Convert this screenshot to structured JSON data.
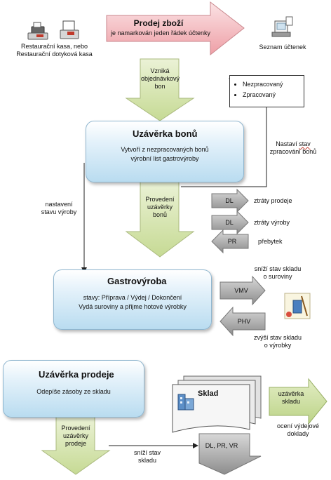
{
  "devices": {
    "caption": "Restaurační kasa, nebo\nRestaurační dotyková kasa"
  },
  "banner": {
    "title": "Prodej zboží",
    "subtitle": "je namarkován jeden řádek účtenky"
  },
  "seznam": {
    "label": "Seznam účtenek"
  },
  "flow1_label": "Vzniká\nobjednávkový\nbon",
  "legend": {
    "items": [
      "Nezpracovaný",
      "Zpracovaný"
    ]
  },
  "nastavi": {
    "line1": "Nastaví",
    "line1b": "stav",
    "line2": "zpracování bonů"
  },
  "uzaverka_bonu": {
    "title": "Uzávěrka bonů",
    "text": "Vytvoří z nezpracovaných bonů\nvýrobní list gastrovýroby"
  },
  "provedeni_bonu": "Provedení\nuzávěrky\nbonů",
  "nastaveni_stavu": "nastavení\nstavu výroby",
  "docs_right": [
    {
      "tag": "DL",
      "label": "ztráty prodeje"
    },
    {
      "tag": "DL",
      "label": "ztráty výroby"
    },
    {
      "tag": "PR",
      "label": "přebytek"
    }
  ],
  "gastrovyroba": {
    "title": "Gastrovýroba",
    "text": "stavy: Příprava / Výdej / Dokončení\nVydá suroviny a přijme hotové výrobky"
  },
  "vmv": {
    "tag": "VMV",
    "label": "sníží stav skladu\no suroviny"
  },
  "phv": {
    "tag": "PHV",
    "label": "zvýší stav skladu\no výrobky"
  },
  "uzaverka_prodeje": {
    "title": "Uzávěrka prodeje",
    "text": "Odepíše zásoby ze skladu"
  },
  "provedeni_prodeje": "Provedení\nuzávěrky\nprodeje",
  "snizi_stav": "sníží stav\nskladu",
  "sklad": {
    "title": "Sklad",
    "docs": "DL, PR, VR"
  },
  "uzaverka_skladu": {
    "label": "uzávěrka\nskladu",
    "note": "ocení výdejové\ndoklady"
  },
  "colors": {
    "banner": "#f3b8bd",
    "green_arrow": "#cfe0a6",
    "grey_arrow": "#9a9a9a",
    "box": "#b9dcf0"
  }
}
